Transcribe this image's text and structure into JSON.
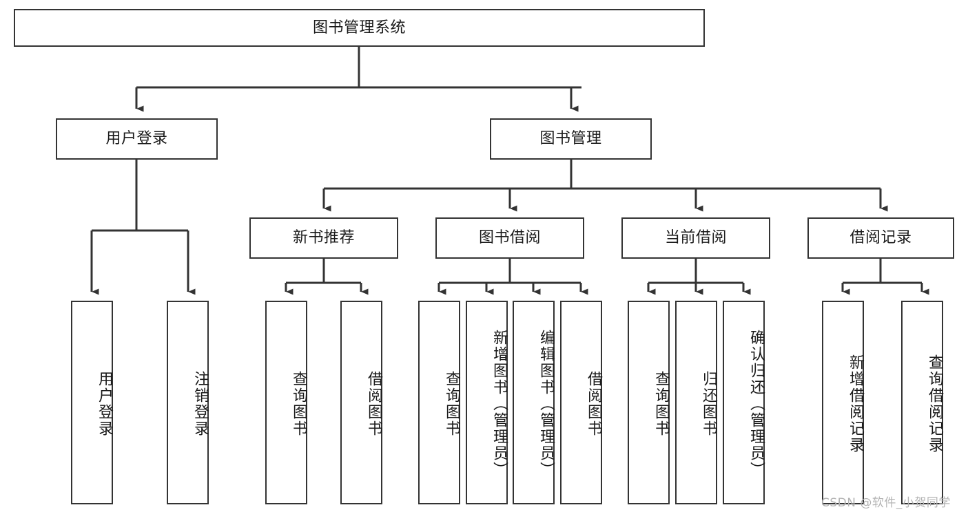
{
  "diagram": {
    "type": "hierarchy-tree",
    "title": "图书管理系统",
    "watermark": "CSDN @软件_小贺同学",
    "colors": {
      "stroke": "#333333",
      "fill": "#ffffff",
      "text": "#1a1a1a",
      "watermark": "#b4b4b4"
    },
    "nodes": {
      "root": {
        "label": "图书管理系统",
        "orientation": "horizontal"
      },
      "l1": [
        {
          "id": "user-login",
          "label": "用户登录",
          "orientation": "horizontal"
        },
        {
          "id": "book-manage",
          "label": "图书管理",
          "orientation": "horizontal"
        }
      ],
      "l2": [
        {
          "id": "new-book-rec",
          "label": "新书推荐",
          "orientation": "horizontal"
        },
        {
          "id": "book-borrow",
          "label": "图书借阅",
          "orientation": "horizontal"
        },
        {
          "id": "current-borrow",
          "label": "当前借阅",
          "orientation": "horizontal"
        },
        {
          "id": "borrow-record",
          "label": "借阅记录",
          "orientation": "horizontal"
        }
      ],
      "leaves": [
        {
          "id": "leaf-user-login",
          "label": "用户登录",
          "parent": "user-login",
          "orientation": "vertical"
        },
        {
          "id": "leaf-logout",
          "label": "注销登录",
          "parent": "user-login",
          "orientation": "vertical"
        },
        {
          "id": "leaf-query-book-1",
          "label": "查询图书",
          "parent": "new-book-rec",
          "orientation": "vertical"
        },
        {
          "id": "leaf-borrow-book-1",
          "label": "借阅图书",
          "parent": "new-book-rec",
          "orientation": "vertical"
        },
        {
          "id": "leaf-query-book-2",
          "label": "查询图书",
          "parent": "book-borrow",
          "orientation": "vertical"
        },
        {
          "id": "leaf-add-book",
          "label": "新增图书（管理员）",
          "parent": "book-borrow",
          "orientation": "vertical"
        },
        {
          "id": "leaf-edit-book",
          "label": "编辑图书（管理员）",
          "parent": "book-borrow",
          "orientation": "vertical"
        },
        {
          "id": "leaf-borrow-book-2",
          "label": "借阅图书",
          "parent": "book-borrow",
          "orientation": "vertical"
        },
        {
          "id": "leaf-query-book-3",
          "label": "查询图书",
          "parent": "current-borrow",
          "orientation": "vertical"
        },
        {
          "id": "leaf-return-book",
          "label": "归还图书",
          "parent": "current-borrow",
          "orientation": "vertical"
        },
        {
          "id": "leaf-confirm-return",
          "label": "确认归还（管理员）",
          "parent": "current-borrow",
          "orientation": "vertical"
        },
        {
          "id": "leaf-add-record",
          "label": "新增借阅记录",
          "parent": "borrow-record",
          "orientation": "vertical"
        },
        {
          "id": "leaf-query-record",
          "label": "查询借阅记录",
          "parent": "borrow-record",
          "orientation": "vertical"
        }
      ]
    }
  }
}
